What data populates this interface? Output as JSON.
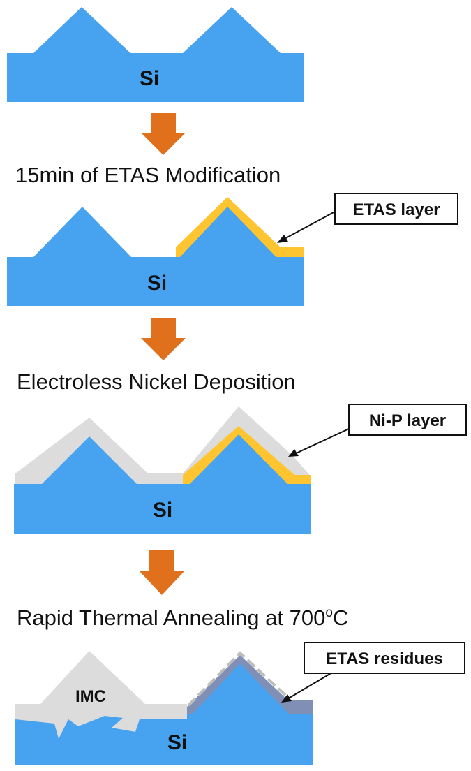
{
  "colors": {
    "silicon": "#47a3f0",
    "etas": "#ffc530",
    "nip": "#dcdcdc",
    "residue": "#7f8fb6",
    "arrow": "#e0701c",
    "text": "#111111"
  },
  "panels": [
    {
      "substrate_label": "Si"
    },
    {
      "substrate_label": "Si",
      "callout": "ETAS layer"
    },
    {
      "substrate_label": "Si",
      "callout": "Ni-P layer"
    },
    {
      "substrate_label": "Si",
      "callout": "ETAS residues",
      "imc_label": "IMC"
    }
  ],
  "steps": [
    {
      "label": "15min of ETAS Modification",
      "icon": "down-arrow-icon"
    },
    {
      "label": "Electroless Nickel Deposition",
      "icon": "down-arrow-icon"
    },
    {
      "label": "Rapid Thermal Annealing at 700",
      "superscript": "o",
      "unit": "C",
      "icon": "down-arrow-icon"
    }
  ]
}
